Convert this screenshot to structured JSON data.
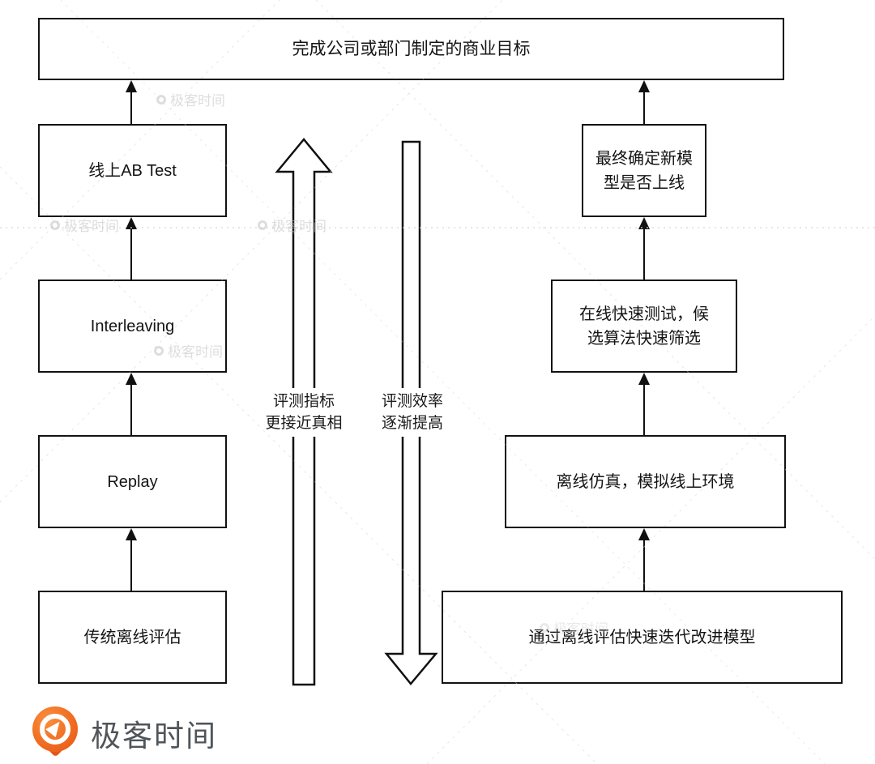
{
  "diagram": {
    "top_box": {
      "label": "完成公司或部门制定的商业目标"
    },
    "left_column": {
      "boxes": [
        {
          "label": "线上AB Test"
        },
        {
          "label": "Interleaving"
        },
        {
          "label": "Replay"
        },
        {
          "label": "传统离线评估"
        }
      ]
    },
    "right_column": {
      "boxes": [
        {
          "label": "最终确定新模型是否上线"
        },
        {
          "label": "在线快速测试，候选算法快速筛选"
        },
        {
          "label": "离线仿真，模拟线上环境"
        },
        {
          "label": "通过离线评估快速迭代改进模型"
        }
      ]
    },
    "arrow_labels": {
      "up_arrow": {
        "line1": "评测指标",
        "line2": "更接近真相"
      },
      "down_arrow": {
        "line1": "评测效率",
        "line2": "逐渐提高"
      }
    }
  },
  "branding": {
    "logo_text": "极客时间",
    "logo_color": "#ef6a1f",
    "logo_text_color": "#50555a"
  },
  "watermark": {
    "text": "极客时间"
  }
}
